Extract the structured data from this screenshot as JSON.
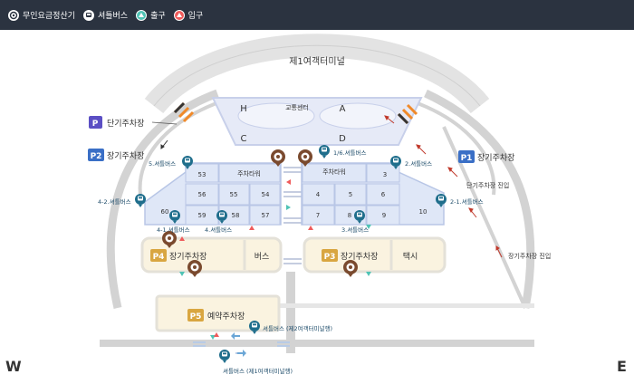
{
  "legend": {
    "kiosk": "무인요금정산기",
    "bus": "셔틀버스",
    "exit": "출구",
    "entrance": "입구"
  },
  "terminal": {
    "name": "제1여객터미널",
    "transport_center": "교통센터",
    "zones": [
      "H",
      "A",
      "C",
      "D"
    ]
  },
  "parking": {
    "p1_badge": "P1",
    "p1_label": "장기주차장",
    "p2_badge": "P2",
    "p2_label": "장기주차장",
    "p3_badge": "P3",
    "p3_label": "장기주차장",
    "p4_badge": "P4",
    "p4_label": "장기주차장",
    "p5_badge": "P5",
    "p5_label": "예약주차장",
    "p_short_badge": "P",
    "p_short_label": "단기주차장"
  },
  "blocks": {
    "tower_left": "주차타워",
    "tower_right": "주차타워",
    "left": [
      "53",
      "56",
      "55",
      "54",
      "60",
      "59",
      "58",
      "57"
    ],
    "right": [
      "3",
      "4",
      "5",
      "6",
      "7",
      "8",
      "9",
      "10"
    ],
    "bus_area": "버스",
    "taxi_area": "택시"
  },
  "shuttle_stops": {
    "s1_6": "1/6.셔틀버스",
    "s2": "2.셔틀버스",
    "s2_1": "2-1.셔틀버스",
    "s3": "3.셔틀버스",
    "s4": "4.셔틀버스",
    "s4_1": "4-1.셔틀버스",
    "s4_2": "4-2.셔틀버스",
    "s5": "5.셔틀버스",
    "t2": "셔틀버스 (제2여객터미널행)",
    "t1": "셔틀버스 (제1여객터미널행)"
  },
  "road_labels": {
    "short_entry": "단기주차장 진입",
    "long_entry": "장기주차장 진입"
  },
  "compass": {
    "west": "W",
    "east": "E"
  },
  "colors": {
    "legend_bg": "#2b3340",
    "block_blue": "#dfe7f7",
    "block_border": "#b8c6e6",
    "beige": "#faf3e0",
    "badge_gold": "#d9a640",
    "badge_purple": "#5b4fc4",
    "badge_blue": "#3a6fc6",
    "shuttle": "#1f6e8c",
    "kiosk": "#7a4a2e",
    "road": "#d3d3d3"
  }
}
